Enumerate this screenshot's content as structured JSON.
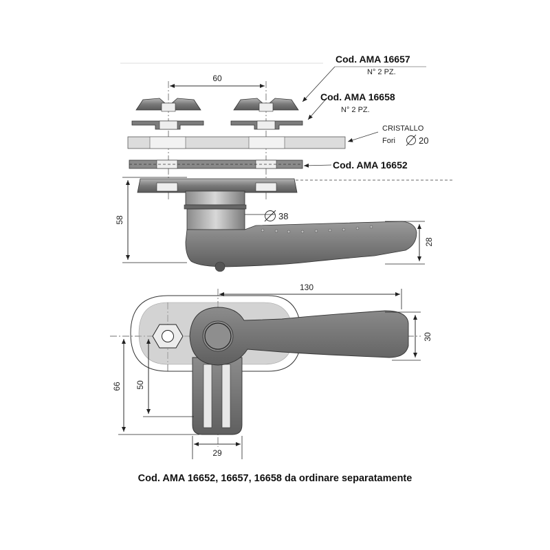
{
  "labels": {
    "ama_16657": "Cod. AMA 16657",
    "ama_16657_qty": "N° 2 PZ.",
    "ama_16658": "Cod. AMA 16658",
    "ama_16658_qty": "N° 2 PZ.",
    "cristallo": "CRISTALLO",
    "fori": "Fori",
    "fori_diam": "20",
    "ama_16652": "Cod. AMA 16652",
    "diam_38": "38"
  },
  "dimensions": {
    "d60": "60",
    "d58": "58",
    "d28": "28",
    "d130": "130",
    "d30": "30",
    "d66": "66",
    "d50": "50",
    "d29": "29"
  },
  "caption": "Cod. AMA 16652, 16657, 16658 da ordinare separatamente",
  "colors": {
    "metal_dark": "#6f6f6f",
    "metal_mid": "#9a9a9a",
    "metal_light": "#cfcfcf",
    "glass": "#d9d9d9",
    "line": "#222222"
  }
}
